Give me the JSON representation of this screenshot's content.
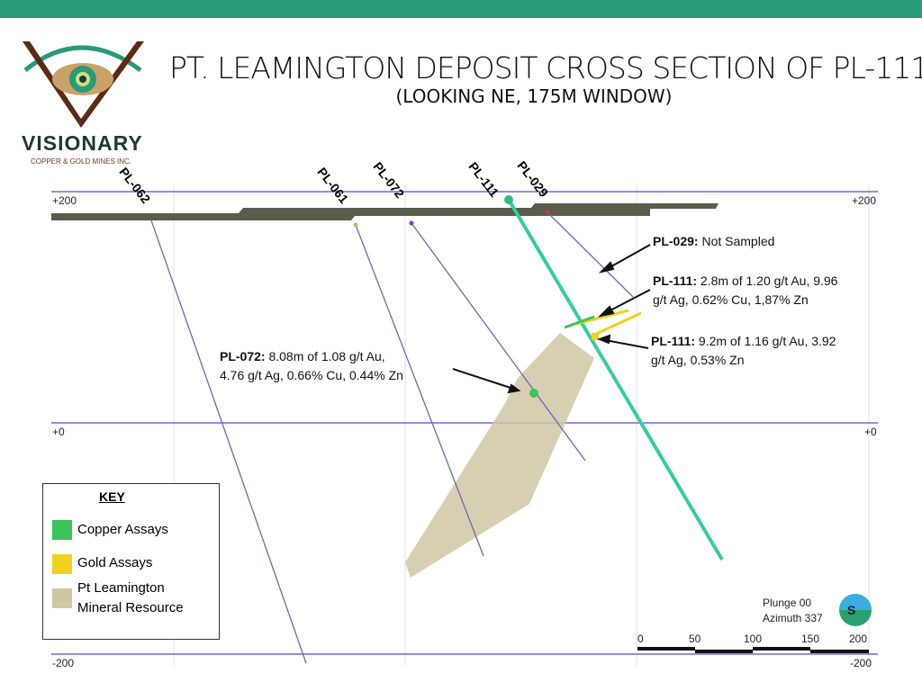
{
  "title": "PT. LEAMINGTON DEPOSIT CROSS SECTION OF PL-111",
  "subtitle": "(LOOKING NE, 175M WINDOW)",
  "logo": {
    "name": "VISIONARY",
    "tagline": "COPPER & GOLD MINES INC."
  },
  "elevations": {
    "top": "+200",
    "mid": "+0",
    "bottom": "-200"
  },
  "holes": [
    "PL-062",
    "PL-061",
    "PL-072",
    "PL-111",
    "PL-029"
  ],
  "annotations": [
    {
      "hole": "PL-029:",
      "text": " Not Sampled"
    },
    {
      "hole": "PL-111:",
      "text": " 2.8m of 1.20 g/t Au, 9.96",
      "text2": "g/t Ag, 0.62% Cu, 1,87% Zn"
    },
    {
      "hole": "PL-111:",
      "text": " 9.2m of 1.16 g/t Au, 3.92",
      "text2": "g/t Ag, 0.53% Zn"
    },
    {
      "hole": "PL-072:",
      "text": " 8.08m of 1.08 g/t Au,",
      "text2": "4.76 g/t Ag, 0.66% Cu, 0.44% Zn"
    }
  ],
  "key": {
    "title": "KEY",
    "items": [
      {
        "label": "Copper Assays",
        "color": "#3cc35a"
      },
      {
        "label": "Gold Assays",
        "color": "#f0d020"
      },
      {
        "label": "Pt Leamington",
        "label2": "Mineral Resource",
        "color": "#cfc7a4"
      }
    ]
  },
  "orientation": {
    "plunge": "Plunge 00",
    "azimuth": "Azimuth 337",
    "compass": "S"
  },
  "scale": [
    "0",
    "50",
    "100",
    "150",
    "200"
  ]
}
